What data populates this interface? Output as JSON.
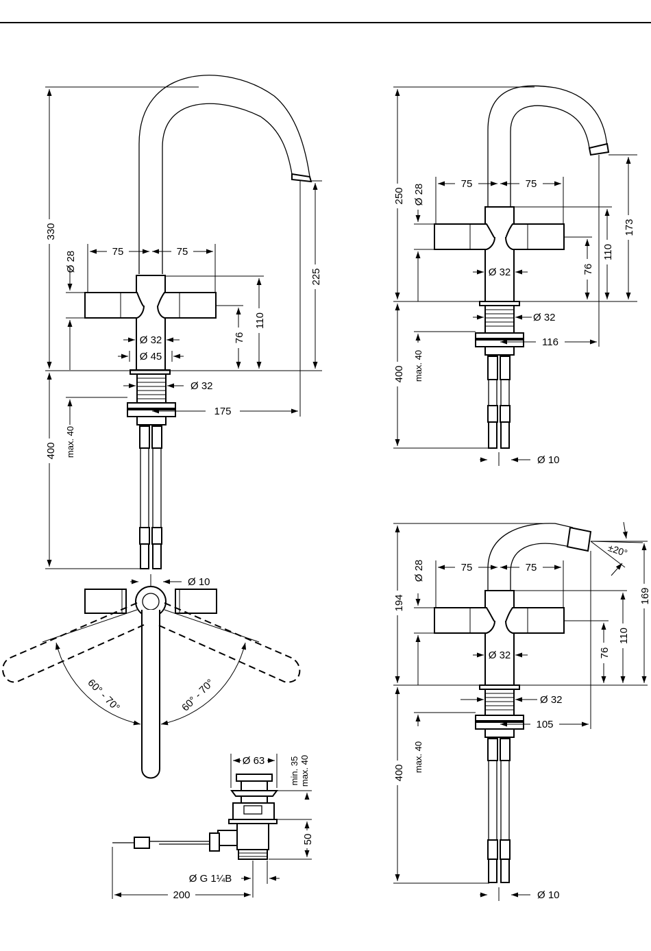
{
  "views": {
    "tall_faucet": {
      "height_total": "330",
      "spout_height": "225",
      "handle_left_offset": "75",
      "handle_right_offset": "75",
      "handle_diameter": "Ø 28",
      "body_height": "110",
      "handle_height": "76",
      "body_diameter": "Ø 32",
      "base_diameter": "Ø 45",
      "shank_diameter": "Ø 32",
      "spout_reach": "175",
      "hose_length": "400",
      "max_deck": "max. 40",
      "hose_diameter": "Ø 10"
    },
    "rotation": {
      "left_angle": "60° - 70°",
      "right_angle": "60° - 70°"
    },
    "waste": {
      "cap_diameter": "Ø 63",
      "min_max": "min. 35 max. 40",
      "min": "min. 35",
      "max": "max. 40",
      "height": "50",
      "thread": "Ø G 1¼B",
      "rod_length": "200"
    },
    "medium_faucet": {
      "height_total": "250",
      "spout_height": "173",
      "handle_left_offset": "75",
      "handle_right_offset": "75",
      "handle_diameter": "Ø 28",
      "body_height": "110",
      "handle_height": "76",
      "body_diameter": "Ø 32",
      "shank_diameter": "Ø 32",
      "spout_reach": "116",
      "hose_length": "400",
      "max_deck": "max. 40",
      "hose_diameter": "Ø 10"
    },
    "bidet_faucet": {
      "height_total": "194",
      "spout_height": "169",
      "swivel": "±20°",
      "handle_left_offset": "75",
      "handle_right_offset": "75",
      "handle_diameter": "Ø 28",
      "body_height": "110",
      "handle_height": "76",
      "body_diameter": "Ø 32",
      "shank_diameter": "Ø 32",
      "spout_reach": "105",
      "hose_length": "400",
      "max_deck": "max. 40",
      "hose_diameter": "Ø 10"
    }
  }
}
